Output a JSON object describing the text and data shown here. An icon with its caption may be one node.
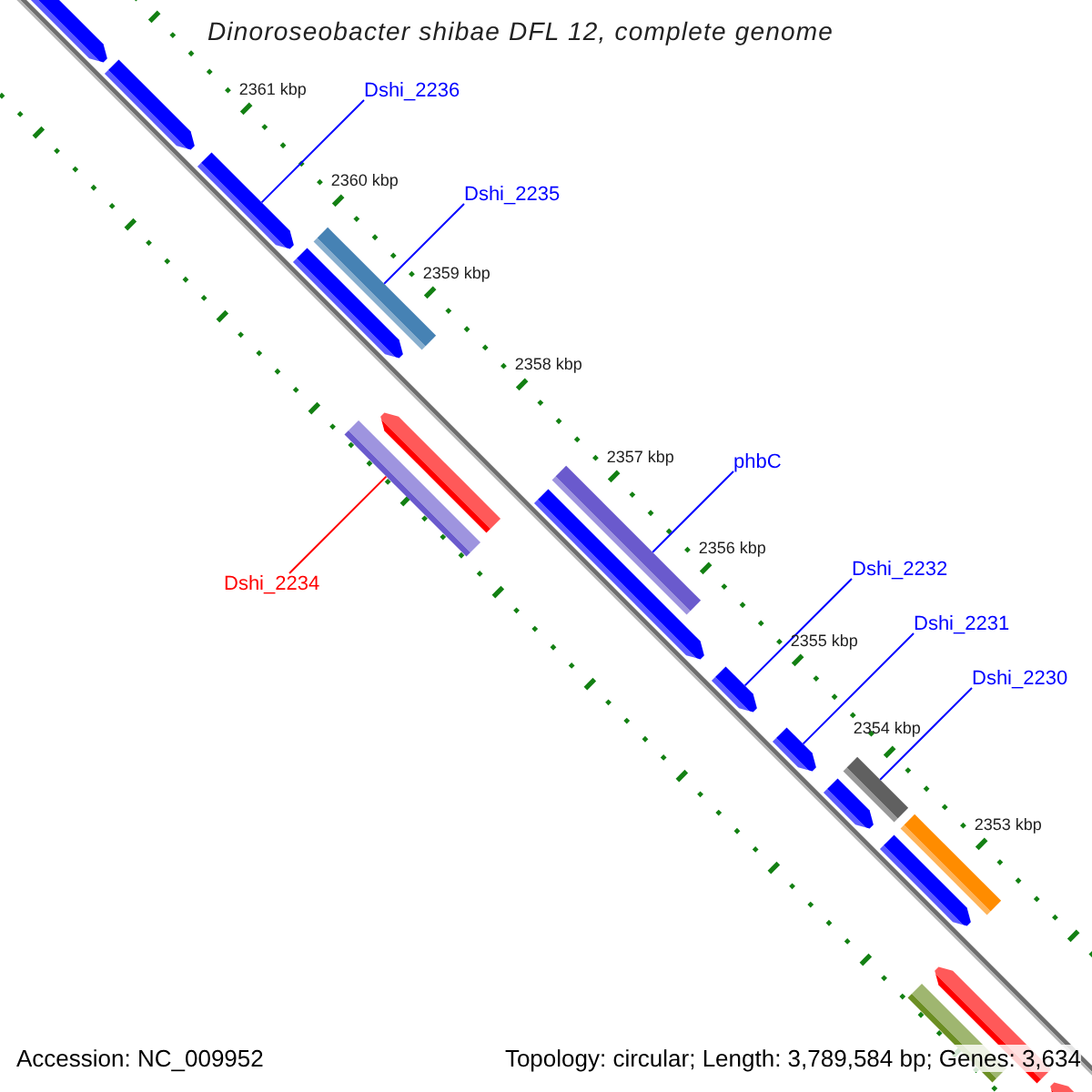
{
  "diagram": {
    "title": "Dinoroseobacter shibae DFL 12, complete genome",
    "nodes": [
      {
        "text": [
          "Dshi_2236"
        ]
      },
      {
        "text": [
          "Dshi_2235"
        ]
      },
      {
        "text": [
          "phbC"
        ]
      },
      {
        "text": [
          "Dshi_2232"
        ]
      },
      {
        "text": [
          "Dshi_2231"
        ]
      },
      {
        "text": [
          "Dshi_2230"
        ]
      },
      {
        "text": [
          "Dshi_2234"
        ]
      },
      {
        "text": [],
        "shape": "pentagon"
      },
      {
        "text": [],
        "shape": "pentagon"
      },
      {
        "text": [],
        "shape": "pentagon"
      },
      {
        "text": [],
        "shape": "bar"
      },
      {
        "text": [],
        "shape": "pentagon"
      },
      {
        "text": [],
        "shape": "bar"
      },
      {
        "text": [],
        "shape": "pentagon"
      },
      {
        "text": [],
        "shape": "bar"
      },
      {
        "text": [],
        "shape": "pentagon"
      },
      {
        "text": [],
        "shape": "pentagon"
      },
      {
        "text": [],
        "shape": "pentagon"
      },
      {
        "text": [],
        "shape": "bar"
      },
      {
        "text": [],
        "shape": "pentagon"
      },
      {
        "text": [],
        "shape": "bar"
      },
      {
        "text": [],
        "shape": "pentagon"
      },
      {
        "text": [],
        "shape": "pentagon"
      },
      {
        "text": [],
        "shape": "bar"
      },
      {
        "text": [],
        "shape": "pentagon"
      }
    ],
    "edges": [
      {
        "from": 0,
        "to": 9,
        "arrow": "none"
      },
      {
        "from": 1,
        "to": 10,
        "arrow": "none"
      },
      {
        "from": 6,
        "to": 12,
        "arrow": "none",
        "color": "#ff0000"
      },
      {
        "from": 2,
        "to": 14,
        "arrow": "none"
      },
      {
        "from": 3,
        "to": 16,
        "arrow": "none"
      },
      {
        "from": 4,
        "to": 17,
        "arrow": "none"
      },
      {
        "from": 5,
        "to": 18,
        "arrow": "none"
      }
    ],
    "labels": [
      "2361 kbp",
      "2360 kbp",
      "2359 kbp",
      "2358 kbp",
      "2357 kbp",
      "2356 kbp",
      "2355 kbp",
      "2354 kbp",
      "2353 kbp",
      "Accession: NC_009952",
      "Topology: circular; Length: 3,789,584 bp; Genes: 3,634"
    ]
  }
}
